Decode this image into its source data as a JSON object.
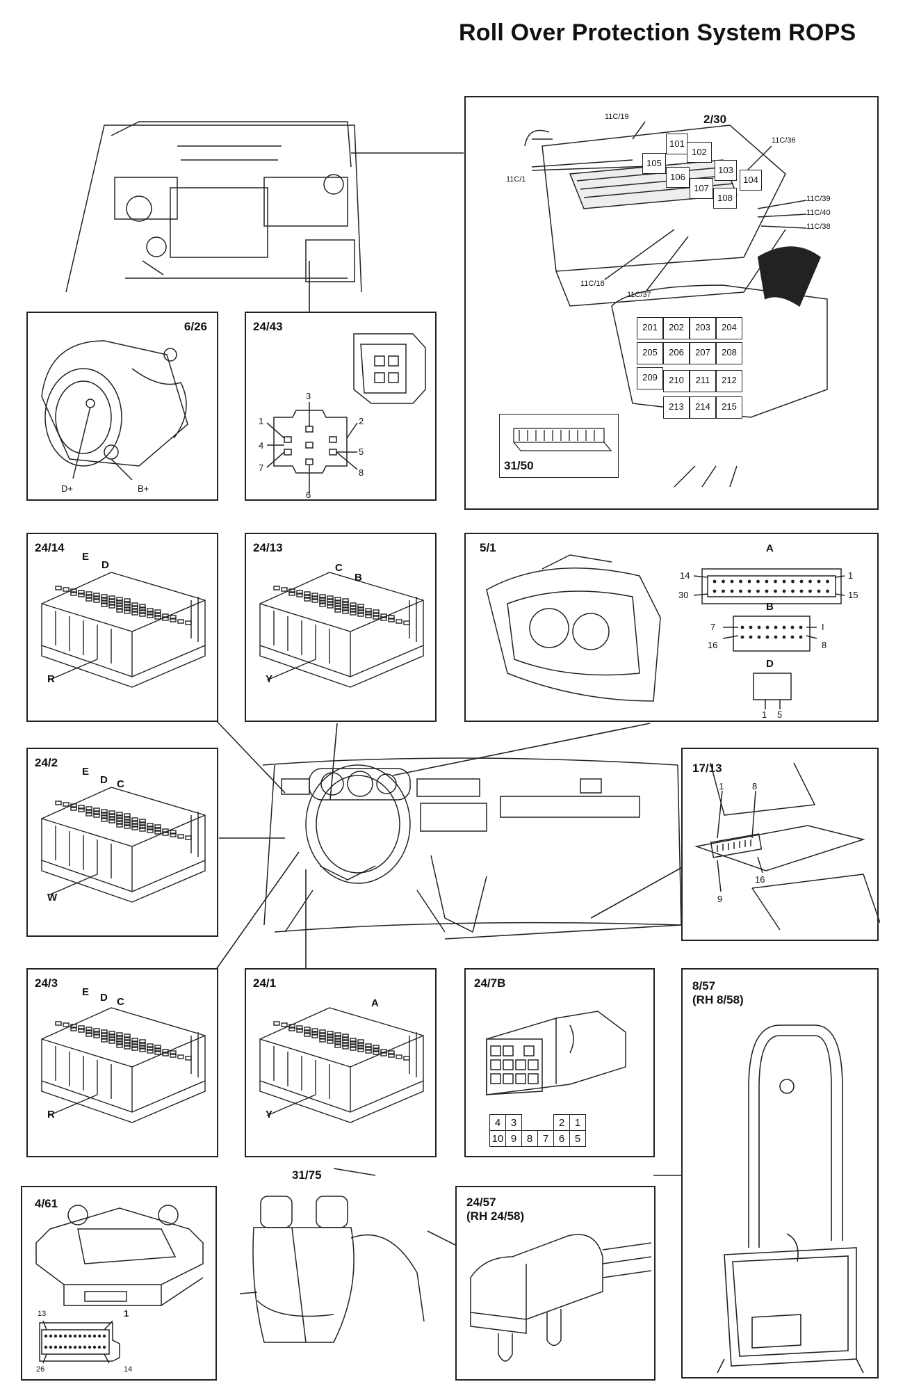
{
  "title": "Roll Over Protection System ROPS",
  "panels": {
    "alternator": {
      "label": "6/26",
      "terminals": [
        "D+",
        "B+"
      ]
    },
    "conn_24_43": {
      "label": "24/43",
      "pins": [
        "1",
        "2",
        "3",
        "4",
        "5",
        "6",
        "7",
        "8"
      ]
    },
    "fusebox": {
      "label": "2/30",
      "callouts": [
        "11C/19",
        "11C/36",
        "11C/1",
        "11C/39",
        "11C/40",
        "11C/38",
        "11C/18",
        "11C/37"
      ],
      "relays_top": [
        "101",
        "102",
        "103",
        "104",
        "105",
        "106",
        "107",
        "108"
      ],
      "relays_bottom": [
        "201",
        "202",
        "203",
        "204",
        "205",
        "206",
        "207",
        "208",
        "209",
        "210",
        "211",
        "212",
        "213",
        "214",
        "215"
      ],
      "sub_label": "31/50"
    },
    "conn_24_14": {
      "label": "24/14",
      "letters": [
        "E",
        "D"
      ],
      "color": "R"
    },
    "conn_24_13": {
      "label": "24/13",
      "letters": [
        "C",
        "B"
      ],
      "color": "Y"
    },
    "cluster_5_1": {
      "label": "5/1",
      "conn_a": {
        "name": "A",
        "pins": [
          "14",
          "1",
          "30",
          "15"
        ]
      },
      "conn_b": {
        "name": "B",
        "pins": [
          "7",
          "I",
          "16",
          "8"
        ]
      },
      "conn_d": {
        "name": "D",
        "pins": [
          "1",
          "5"
        ]
      }
    },
    "conn_24_2": {
      "label": "24/2",
      "letters": [
        "E",
        "D",
        "C"
      ],
      "color": "W"
    },
    "diag_17_13": {
      "label": "17/13",
      "pins": [
        "1",
        "8",
        "16",
        "9"
      ]
    },
    "conn_24_3": {
      "label": "24/3",
      "letters": [
        "E",
        "D",
        "C"
      ],
      "color": "R"
    },
    "conn_24_1": {
      "label": "24/1",
      "letters": [
        "A"
      ],
      "color": "Y"
    },
    "conn_24_7b": {
      "label": "24/7B",
      "row1": [
        "4",
        "3",
        "",
        "2",
        "1"
      ],
      "row2": [
        "10",
        "9",
        "8",
        "7",
        "6",
        "5"
      ]
    },
    "rops_8_57": {
      "label": "8/57",
      "sub": "(RH 8/58)"
    },
    "module_4_61": {
      "label": "4/61",
      "pins": [
        "13",
        "1",
        "26",
        "14"
      ]
    },
    "seat_31_75": {
      "label": "31/75"
    },
    "sensor_24_57": {
      "label": "24/57",
      "sub": "(RH 24/58)"
    }
  },
  "colors": {
    "line": "#222222",
    "background": "#ffffff"
  }
}
